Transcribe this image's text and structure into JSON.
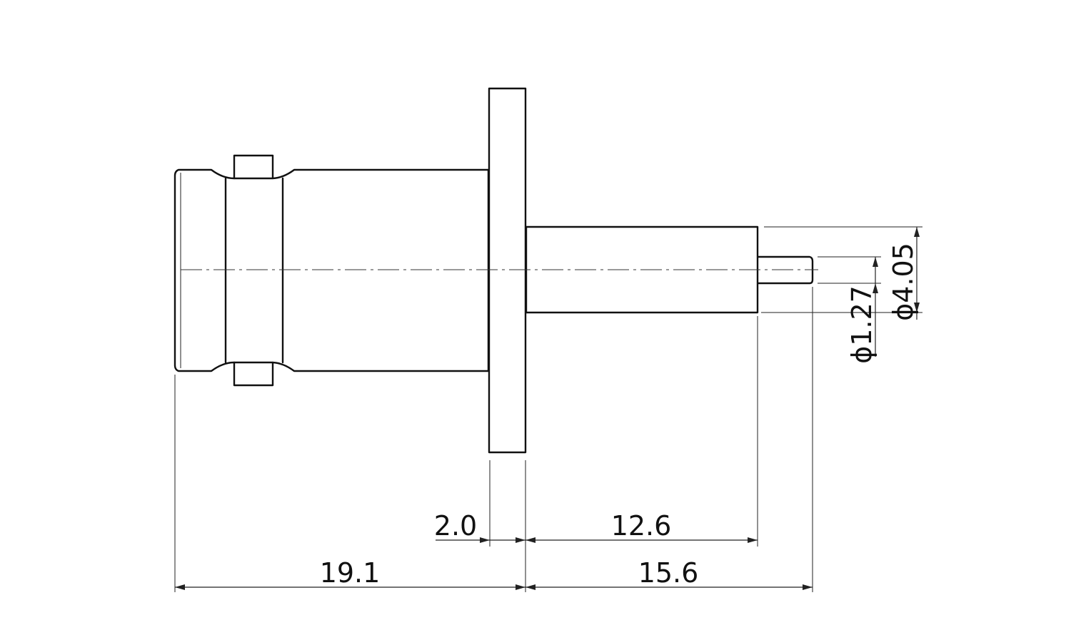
{
  "dimensions": {
    "flange_thickness": "2.0",
    "rear_body_length": "12.6",
    "front_length": "19.1",
    "rear_total_length": "15.6",
    "pin_diameter": "ϕ1.27",
    "body_diameter": "ϕ4.05"
  },
  "colors": {
    "line": "#111111",
    "background": "#ffffff"
  }
}
